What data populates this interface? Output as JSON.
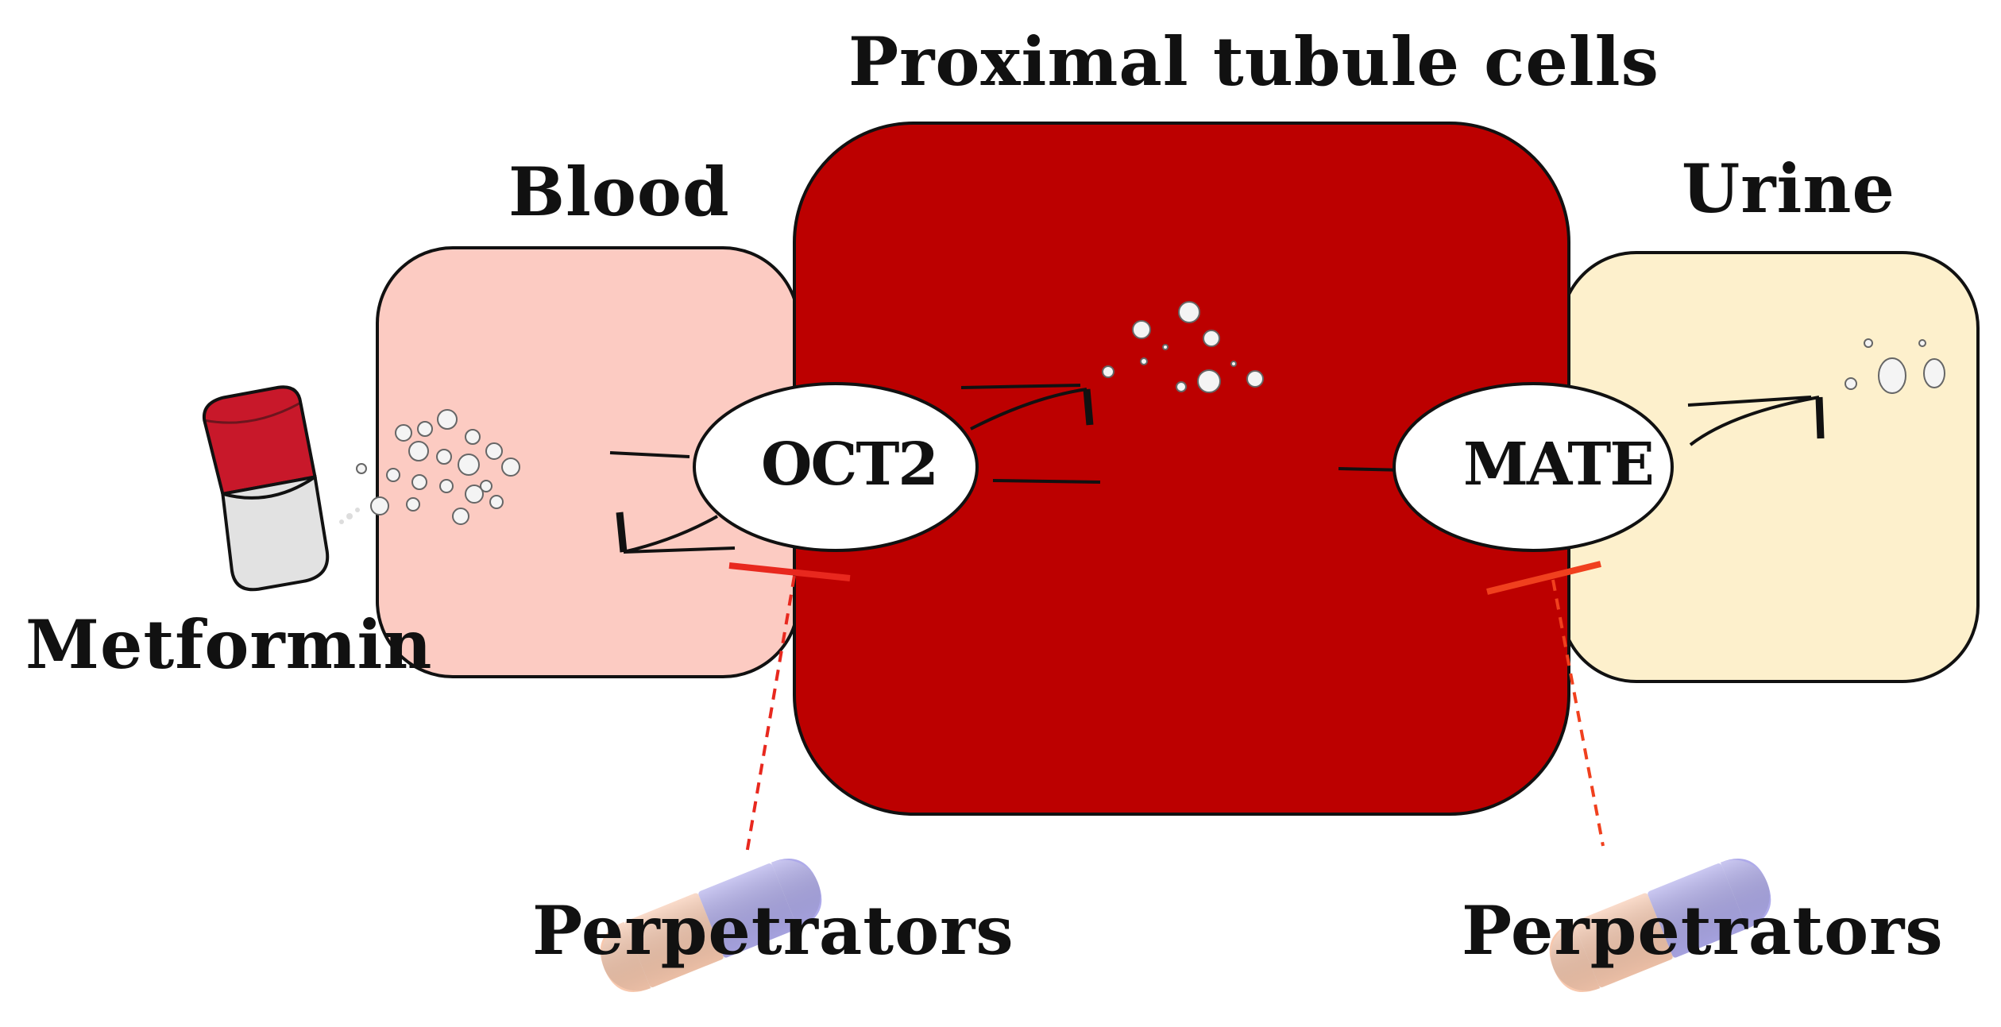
{
  "labels": {
    "title": "Proximal tubule cells",
    "blood": "Blood",
    "urine": "Urine",
    "metformin": "Metformin",
    "oct2": "OCT2",
    "mate": "MATE",
    "perpetrators_left": "Perpetrators",
    "perpetrators_right": "Perpetrators"
  },
  "icons": {
    "metformin_pill": "capsule-icon",
    "perpetrator_pill": "capsule-icon"
  },
  "colors": {
    "blood": "#FCCBC2",
    "cell": "#BC0000",
    "urine": "#FDF0CC",
    "inhibition": "#E8281E",
    "pill_red": "#C8182A",
    "pill_grey": "#E2E2E2",
    "perp_peach": "#F7C8AE",
    "perp_lavender": "#AEAAEA"
  }
}
